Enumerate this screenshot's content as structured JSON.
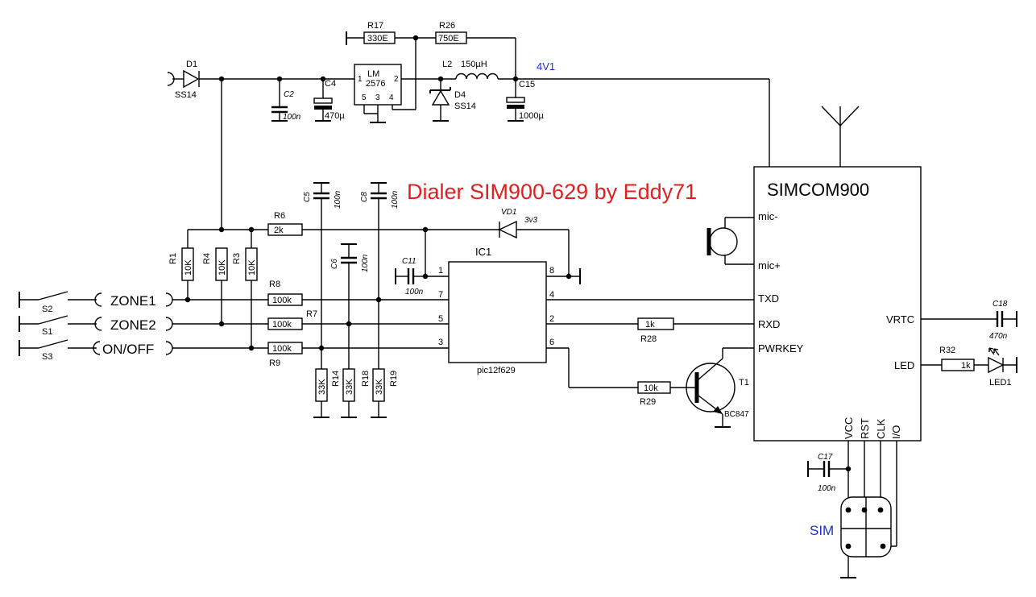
{
  "title": "Dialer SIM900-629 by Eddy71",
  "colors": {
    "title": "#e02020",
    "net_label": "#1a2fd0",
    "wire": "#000000"
  },
  "modules": {
    "gsm": {
      "name": "SIMCOM900",
      "pins": {
        "mic_neg": "mic-",
        "mic_pos": "mic+",
        "txd": "TXD",
        "rxd": "RXD",
        "pwrkey": "PWRKEY",
        "vrtc": "VRTC",
        "led": "LED",
        "vcc": "VCC",
        "rst": "RST",
        "clk": "CLK",
        "io": "I/O"
      }
    },
    "mcu": {
      "ref": "IC1",
      "part": "pic12f629",
      "pins": {
        "p1": "1",
        "p2": "2",
        "p3": "3",
        "p4": "4",
        "p5": "5",
        "p6": "6",
        "p7": "7",
        "p8": "8"
      }
    },
    "regulator": {
      "name_line1": "LM",
      "name_line2": "2576",
      "pin1": "1",
      "pin2": "2",
      "pin3": "3",
      "pin4": "4",
      "pin5": "5"
    }
  },
  "net_labels": {
    "supply": "4V1",
    "sim": "SIM",
    "v3v3": "3v3"
  },
  "inputs": {
    "zone1": "ZONE1",
    "zone2": "ZONE2",
    "onoff": "ON/OFF"
  },
  "switches": {
    "s1": "S1",
    "s2": "S2",
    "s3": "S3"
  },
  "resistors": {
    "r1": {
      "ref": "R1",
      "value": "10K"
    },
    "r2": {
      "ref": "R28",
      "value": "1k"
    },
    "r3": {
      "ref": "R3",
      "value": "10K"
    },
    "r4": {
      "ref": "R4",
      "value": "10K"
    },
    "r6": {
      "ref": "R6",
      "value": "2k"
    },
    "r7": {
      "ref": "R7",
      "value": "100k"
    },
    "r8": {
      "ref": "R8",
      "value": "100k"
    },
    "r9": {
      "ref": "R9",
      "value": "100k"
    },
    "r14": {
      "ref": "R14",
      "value": "33K"
    },
    "r17": {
      "ref": "R17",
      "value": "330E"
    },
    "r18": {
      "ref": "R18",
      "value": "33K"
    },
    "r19": {
      "ref": "R19",
      "value": "33K"
    },
    "r26": {
      "ref": "R26",
      "value": "750E"
    },
    "r29": {
      "ref": "R29",
      "value": "10k"
    },
    "r32": {
      "ref": "R32",
      "value": "1k"
    }
  },
  "capacitors": {
    "c2": {
      "ref": "C2",
      "value": "100n"
    },
    "c4": {
      "ref": "C4",
      "value": "470µ"
    },
    "c5": {
      "ref": "C5",
      "value": "100n"
    },
    "c6": {
      "ref": "C6",
      "value": "100n"
    },
    "c8": {
      "ref": "C8",
      "value": "100n"
    },
    "c11": {
      "ref": "C11",
      "value": "100n"
    },
    "c15": {
      "ref": "C15",
      "value": "1000µ"
    },
    "c17": {
      "ref": "C17",
      "value": "100n"
    },
    "c18": {
      "ref": "C18",
      "value": "470n"
    }
  },
  "semis": {
    "d1": {
      "ref": "D1",
      "part": "SS14"
    },
    "d4": {
      "ref": "D4",
      "part": "SS14"
    },
    "vd1": {
      "ref": "VD1"
    },
    "led1": {
      "ref": "LED1"
    },
    "t1": {
      "ref": "T1",
      "part": "BC847"
    }
  },
  "inductor": {
    "ref": "L2",
    "value": "150µH"
  }
}
